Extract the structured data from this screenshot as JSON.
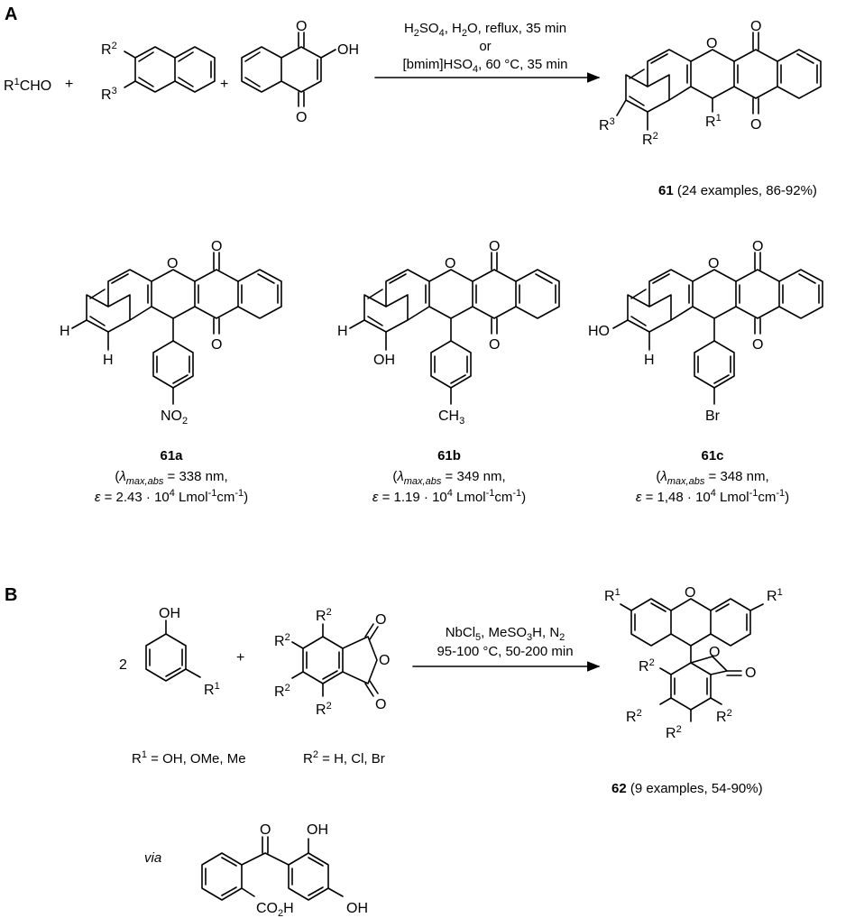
{
  "panels": {
    "a": "A",
    "b": "B"
  },
  "scheme_a": {
    "conditions": {
      "line1": {
        "t1": "H",
        "t2": "2",
        "t3": "SO",
        "t4": "4",
        "t5": ", H",
        "t6": "2",
        "t7": "O, reflux, 35 min"
      },
      "line2": "or",
      "line3": {
        "t1": "[bmim]HSO",
        "t2": "4",
        "t3": ", 60 °C, 35 min"
      }
    },
    "reagent_aldehyde": {
      "r": "R",
      "sup": "1",
      "rest": "CHO"
    },
    "plus": "+",
    "product_caption": {
      "num": "61",
      "rest": " (24 examples, 86-92%)"
    },
    "compounds": [
      {
        "id": "61a",
        "lambda": "338 nm,",
        "epsilon": "2.43",
        "sub": "NO",
        "sub2": "2"
      },
      {
        "id": "61b",
        "lambda": "349 nm,",
        "epsilon": "1.19",
        "sub": "CH",
        "sub2": "3"
      },
      {
        "id": "61c",
        "lambda": "348 nm,",
        "epsilon": "1,48",
        "sub": "Br",
        "sub2": ""
      }
    ],
    "lambda_label": {
      "sym": "λ",
      "subscr": "max,abs",
      "eq": " = "
    },
    "epsilon_label": {
      "sym": "ε",
      "eq": " = ",
      "times": " · 10",
      "exp": "4",
      "unit1": " Lmol",
      "exp2": "-1",
      "unit2": "cm",
      "exp3": "-1",
      "close": ")"
    }
  },
  "scheme_b": {
    "coefficient": "2",
    "plus": "+",
    "conditions": {
      "line1": {
        "t1": "NbCl",
        "t2": "5",
        "t3": ", MeSO",
        "t4": "3",
        "t5": "H, N",
        "t6": "2"
      },
      "line2": "95-100 °C, 50-200 min"
    },
    "r1_def": {
      "r": "R",
      "sup": "1",
      "rest": " = OH, OMe, Me"
    },
    "r2_def": {
      "r": "R",
      "sup": "2",
      "rest": " = H, Cl, Br"
    },
    "product_caption": {
      "num": "62",
      "rest": " (9 examples, 54-90%)"
    },
    "via": "via"
  },
  "atoms": {
    "O": "O",
    "OH": "OH",
    "HO": "HO",
    "H": "H",
    "R": "R",
    "sup1": "1",
    "sup2": "2",
    "sup3": "3",
    "CO2H_a": "CO",
    "CO2H_b": "2",
    "CO2H_c": "H"
  }
}
